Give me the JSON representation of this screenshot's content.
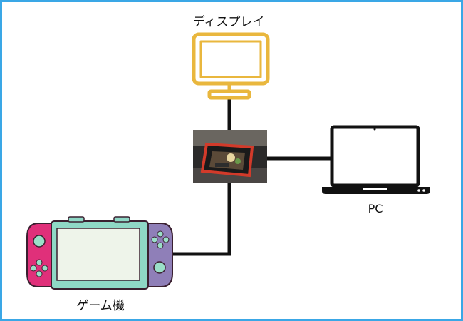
{
  "labels": {
    "display": "ディスプレイ",
    "pc": "PC",
    "game": "ゲーム機"
  },
  "colors": {
    "frame_border": "#3aa7e6",
    "monitor": "#e9b73e",
    "cable": "#111111",
    "laptop": "#111111",
    "joycon_left": "#e0307a",
    "joycon_right": "#8f7fb8",
    "console_body": "#8fd8c6",
    "capture_device": "#d23a2a"
  },
  "icons": {
    "display": "monitor-icon",
    "pc": "laptop-icon",
    "game": "handheld-console-icon",
    "capture": "capture-board-photo"
  }
}
